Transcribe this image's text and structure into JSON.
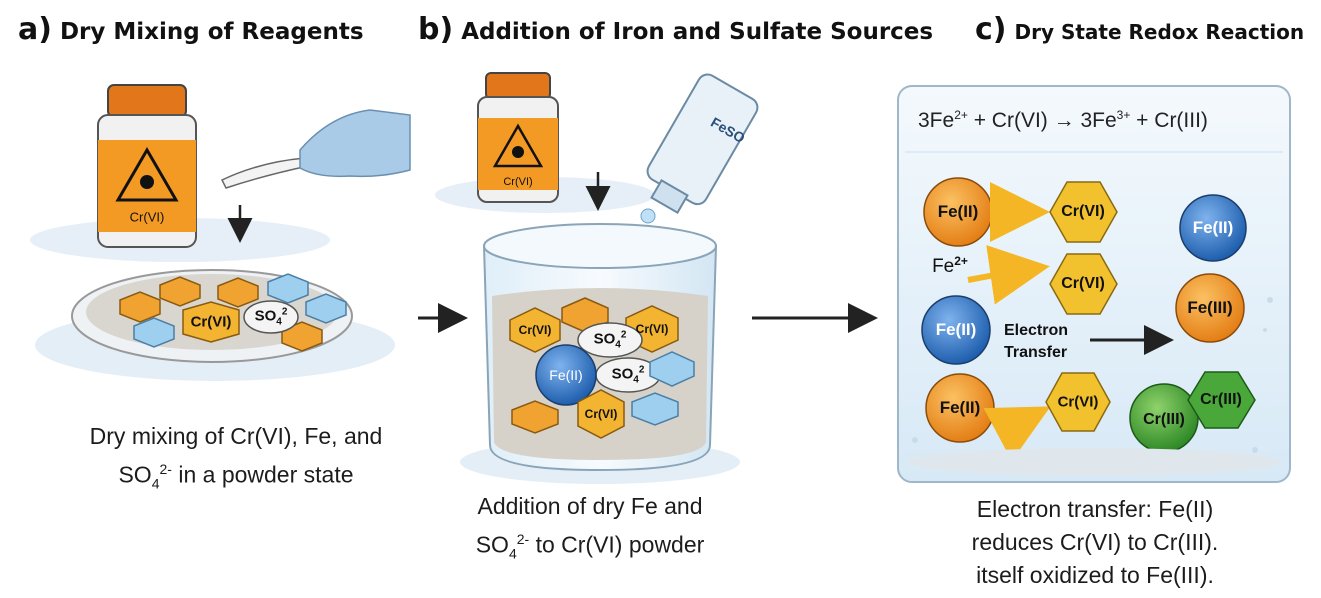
{
  "panels": [
    {
      "letter": "a)",
      "title": "Dry Mixing of Reagents"
    },
    {
      "letter": "b)",
      "title": "Addition of Iron and Sulfate Sources"
    },
    {
      "letter": "c)",
      "title": "Dry State Redox Reaction"
    }
  ],
  "panel_a": {
    "bottle_label": "Cr(VI)",
    "dish_labels": {
      "crvi": "Cr(VI)",
      "so4": "SO",
      "so4_sub": "4",
      "so4_sup": "2"
    },
    "caption_line1": "Dry mixing of Cr(VI), Fe, and",
    "caption_line2_main": "SO",
    "caption_line2_sub": "4",
    "caption_line2_sup": "2-",
    "caption_line2_rest": " in a powder state"
  },
  "panel_b": {
    "bottle_label": "Cr(VI)",
    "feso_label": "FeSO",
    "beaker_labels": {
      "crvi_1": "Cr(VI)",
      "crvi_2": "Cr(VI)",
      "crvi_3": "Cr(VI)",
      "so4_main": "SO",
      "so4_sub": "4",
      "so4_sup": "2",
      "fe_ii": "Fe(II)"
    },
    "caption_line1": "Addition of dry Fe and",
    "caption_line2_main": "SO",
    "caption_line2_sub": "4",
    "caption_line2_sup": "2-",
    "caption_line2_rest": " to Cr(VI) powder"
  },
  "panel_c": {
    "equation": {
      "p1": "3Fe",
      "p1_sup": "2+",
      "p2": " + Cr(VI) → 3Fe",
      "p2_sup": "3+",
      "p3": " + Cr(III)"
    },
    "labels": {
      "fe_ii_top": "Fe(II)",
      "crvi_top1": "Cr(VI)",
      "fe_ii_blue_right": "Fe(II)",
      "fe2_main": "Fe",
      "fe2_sup": "2+",
      "crvi_top2": "Cr(VI)",
      "fe_ii_blue": "Fe(II)",
      "electron_transfer_1": "Electron",
      "electron_transfer_2": "Transfer",
      "fe_iii": "Fe(III)",
      "fe_ii_bottom": "Fe(II)",
      "crvi_bottom": "Cr(VI)",
      "cr_iii_1": "Cr(III)",
      "cr_iii_2": "Cr(III)"
    },
    "caption_line1": "Electron transfer: Fe(II)",
    "caption_line2": "reduces Cr(VI) to Cr(III).",
    "caption_line3": "itself oxidized to Fe(III)."
  },
  "colors": {
    "orange": "#f0962a",
    "hexagon": "#f2b431",
    "blue_ion": "#2e74c9",
    "green_ion": "#4aa83a",
    "light_blue_crystal": "#9fcfee",
    "panel_bg": "#e3f0fa",
    "arrow": "#222222"
  }
}
